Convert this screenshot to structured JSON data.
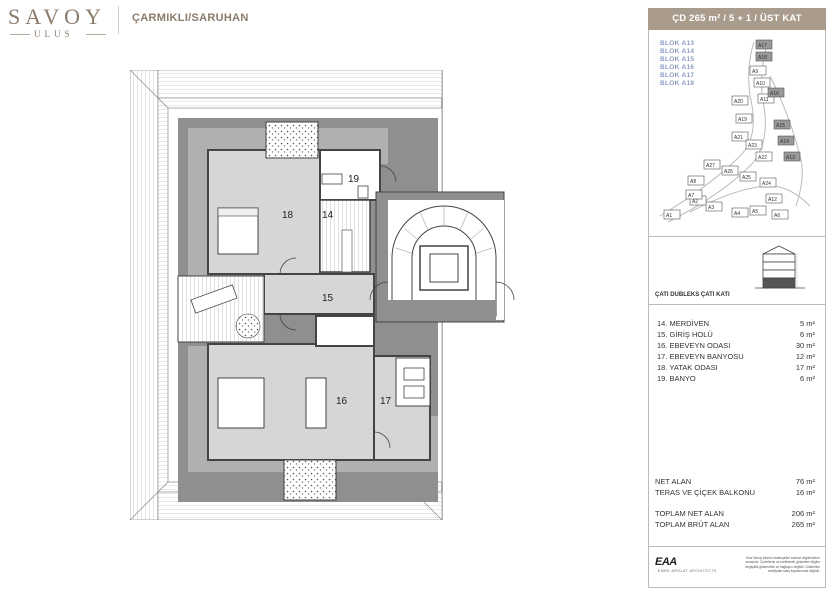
{
  "brand": {
    "name": "SAVOY",
    "subtitle": "ULUS"
  },
  "location": "ÇARMIKLI/SARUHAN",
  "panel": {
    "title": "ÇD 265 m² / 5 + 1 / ÜST KAT",
    "blocks": [
      "BLOK A13",
      "BLOK A14",
      "BLOK A15",
      "BLOK A16",
      "BLOK A17",
      "BLOK A18"
    ],
    "site_labels": [
      "A27",
      "A26",
      "A25",
      "A24",
      "A12",
      "A6",
      "A5",
      "A4",
      "A3",
      "A2",
      "A7",
      "A8",
      "A1",
      "A20",
      "A19",
      "A21",
      "A23",
      "A22",
      "A11",
      "A10",
      "A9",
      "A18",
      "A17",
      "A16",
      "A15",
      "A14",
      "A13"
    ],
    "section_label": "ÇATI DUBLEKS ÇATI KATI",
    "rooms": [
      {
        "name": "14. MERDİVEN",
        "area": "5 m²"
      },
      {
        "name": "15. GİRİŞ HOLÜ",
        "area": "6 m²"
      },
      {
        "name": "16. EBEVEYN ODASI",
        "area": "30 m²"
      },
      {
        "name": "17. EBEVEYN BANYOSU",
        "area": "12 m²"
      },
      {
        "name": "18. YATAK ODASI",
        "area": "17 m²"
      },
      {
        "name": "19. BANYO",
        "area": "6 m²"
      }
    ],
    "totals1": [
      {
        "name": "NET ALAN",
        "area": "76 m²"
      },
      {
        "name": "TERAS VE ÇİÇEK BALKONU",
        "area": "16 m²"
      }
    ],
    "totals2": [
      {
        "name": "TOPLAM NET ALAN",
        "area": "206 m²"
      },
      {
        "name": "TOPLAM BRÜT ALAN",
        "area": "265 m²"
      }
    ],
    "architect": "EAA",
    "architect_sub": "EMRE AROLAT ARCHITECTS",
    "disclaimer": "Ulus Savoy tanıtım materyalleri sadece bilgilendirme amaçlıdır. Çizimlerde ve metinlerde gösterilen bilgiler değişiklik gösterebilir ve bağlayıcı değildir. Gösterilen mobilyalar satış kapsamında değildir."
  },
  "plan": {
    "room_numbers": [
      "14",
      "15",
      "16",
      "17",
      "18",
      "19"
    ]
  },
  "colors": {
    "accent": "#a99c8c",
    "wall": "#8f8f8f",
    "floor": "#d6d6d6",
    "brand": "#8a7b6a"
  }
}
